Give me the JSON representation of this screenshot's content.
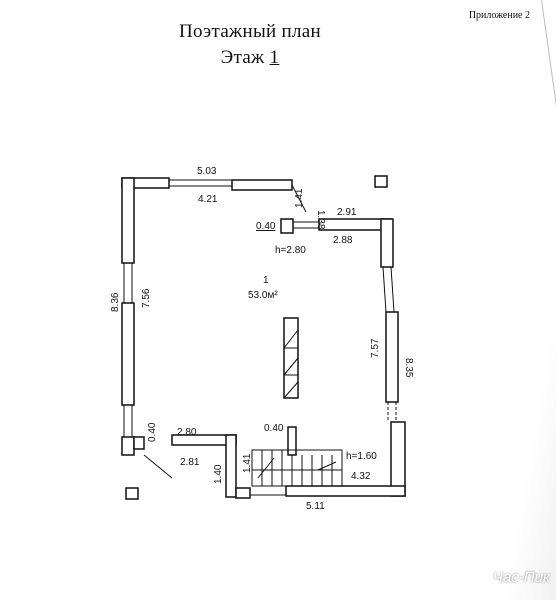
{
  "header": {
    "appendix": "Приложение 2",
    "title": "Поэтажный план",
    "floor_label": "Этаж",
    "floor_number": "1"
  },
  "room": {
    "number": "1",
    "area": "53.0м²"
  },
  "dimensions": {
    "top_outer": "5.03",
    "top_inner": "4.21",
    "notch_a": "1.41",
    "notch_b": "1.38",
    "notch_thickness": "0.40",
    "right_top_outer": "2.91",
    "right_top_inner": "2.88",
    "ceiling_height": "h=2.80",
    "left_outer": "8.36",
    "left_inner": "7.56",
    "right_inner": "7.57",
    "right_outer": "8.35",
    "left_bottom_thickness": "0.40",
    "porch_top": "2.80",
    "porch_top_inner": "2.81",
    "porch_depth": "1.40",
    "stair_thickness": "0.40",
    "stair_width": "1.41",
    "stair_height": "h=1.60",
    "bottom_right_inner": "4.32",
    "bottom_outer": "5.11"
  },
  "watermark": "Час-Пик"
}
